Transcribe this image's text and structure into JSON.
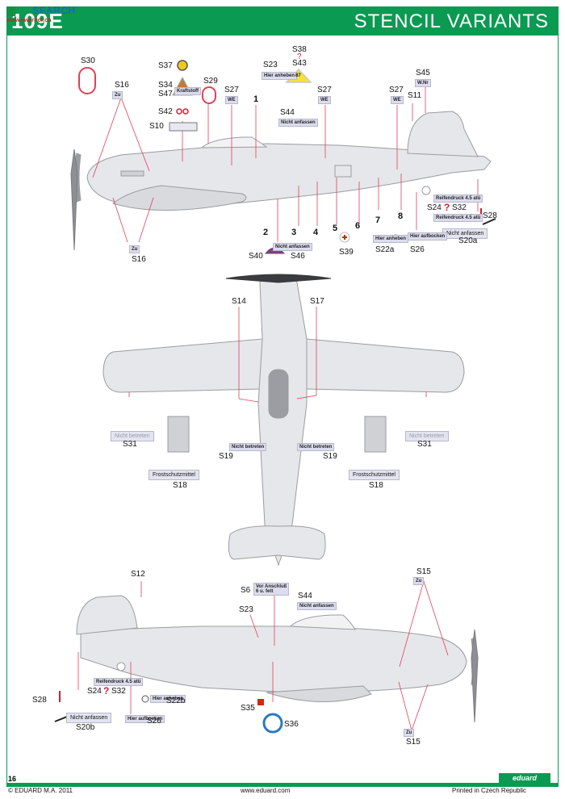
{
  "header": {
    "left_title": "109E",
    "right_title": "STENCIL VARIANTS"
  },
  "watermark": {
    "logo": "图",
    "site": "SEARCH",
    "sub": "www.ewarrior.cn"
  },
  "top_view": {
    "labels": {
      "s30": "S30",
      "s16a": "S16",
      "s37": "S37",
      "s34": "S34",
      "s47": "S47",
      "s42": "S42",
      "s10": "S10",
      "s29": "S29",
      "s27a": "S27",
      "s23": "S23",
      "s38": "S38",
      "q38": "?",
      "s43": "S43",
      "s27b": "S27",
      "s44": "S44",
      "s27c": "S27",
      "s11": "S11",
      "s45": "S45",
      "s24": "S24",
      "s32": "S32",
      "q24": "?",
      "s28": "S28",
      "s20a": "S20a",
      "s26": "S26",
      "s22a": "S22a",
      "s39": "S39",
      "s40": "S40",
      "s46": "S46",
      "s16b": "S16"
    },
    "numbers": [
      "1",
      "2",
      "3",
      "4",
      "5",
      "6",
      "7",
      "8"
    ],
    "stencils": {
      "s27": "WE",
      "s45": "W.Nr",
      "s44": "Nicht anfassen",
      "s23": "Hier anheben",
      "s26": "Hier aufbocken",
      "s22a": "Hier anheben",
      "s24": "Reifendruck 4.5 atü",
      "s32": "Reifendruck 4.5 atü",
      "s16": "Zu",
      "s87": "87",
      "s34": "Kraftstoff",
      "nicht_anfassen": "Nicht anfassen"
    }
  },
  "plan_view": {
    "labels": {
      "s14": "S14",
      "s17": "S17",
      "s31a": "S31",
      "s19a": "S19",
      "s18a": "S18",
      "s18b": "S18",
      "s19b": "S19",
      "s31b": "S31"
    },
    "stencils": {
      "nicht_betreten": "Nicht betreten",
      "frost": "Frostschutzmittel"
    }
  },
  "bottom_view": {
    "labels": {
      "s12": "S12",
      "s6": "S6",
      "s44": "S44",
      "s23": "S23",
      "s15a": "S15",
      "s15b": "S15",
      "s28": "S28",
      "s24": "S24",
      "q24": "?",
      "s32": "S32",
      "s22b": "S22b",
      "s20b": "S20b",
      "s26": "S26",
      "s35": "S35",
      "s36": "S36"
    },
    "stencils": {
      "s6": "Vor Anschluß\n6 u. fett",
      "nicht_anfassen": "Nicht anfassen",
      "s44": "Nicht anfassen",
      "s26": "Hier aufbocken",
      "s22b": "Hier anheben",
      "s24": "Reifendruck 4.5 atü"
    }
  },
  "footer": {
    "left": "© EDUARD M.A. 2011",
    "center": "www.eduard.com",
    "right": "Printed in Czech Republic",
    "page": "16",
    "brand": "eduard"
  },
  "colors": {
    "header": "#0a9a52",
    "aircraft": "#e6e7ea",
    "leader": "#e0405a",
    "stencil_bg": "#dcdcee"
  }
}
